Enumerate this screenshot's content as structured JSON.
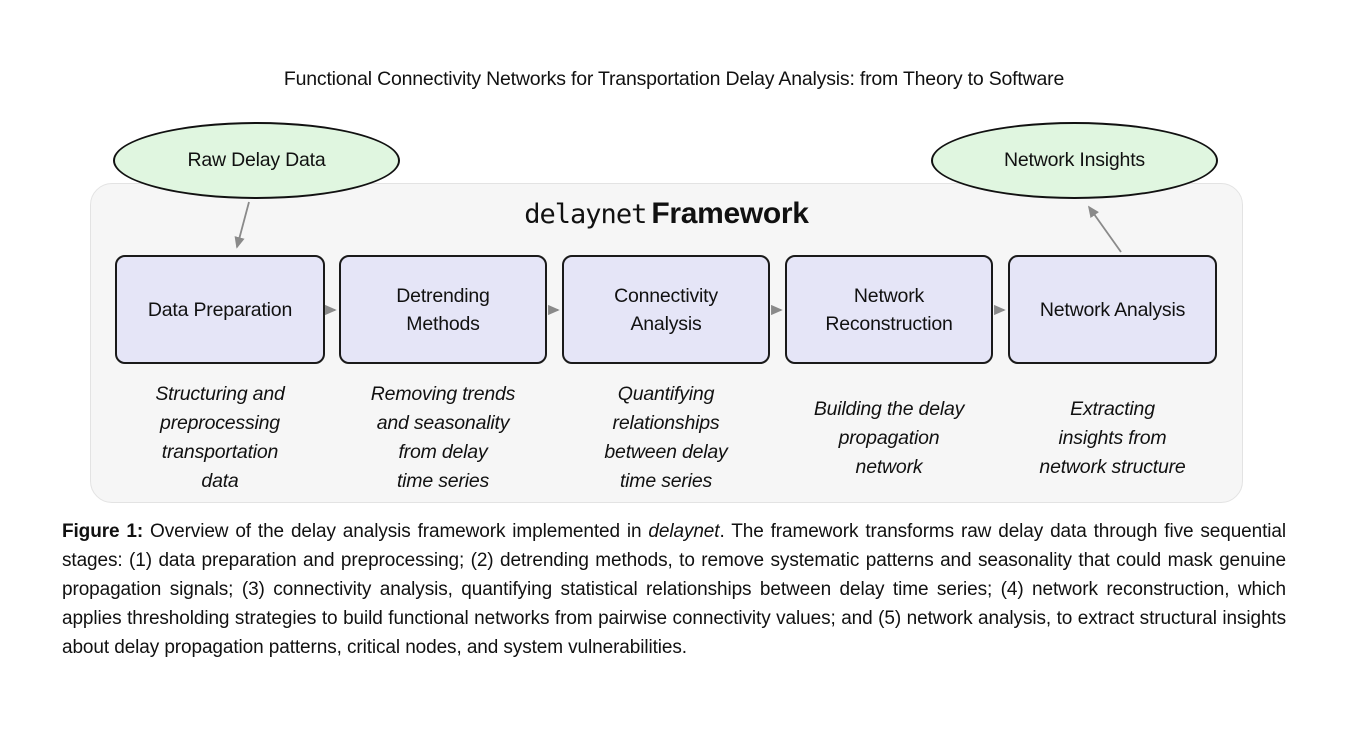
{
  "title": "Functional Connectivity Networks for Transportation Delay Analysis: from Theory to Software",
  "diagram": {
    "input_node": "Raw Delay Data",
    "output_node": "Network Insights",
    "framework_name": "delaynet",
    "framework_word": "Framework",
    "stages": [
      {
        "label": "Data Preparation",
        "description": "Structuring and\npreprocessing\ntransportation\ndata"
      },
      {
        "label": "Detrending\nMethods",
        "description": "Removing trends\nand seasonality\nfrom delay\ntime series"
      },
      {
        "label": "Connectivity\nAnalysis",
        "description": "Quantifying\nrelationships\nbetween delay\ntime series"
      },
      {
        "label": "Network\nReconstruction",
        "description": "Building the delay\npropagation\nnetwork"
      },
      {
        "label": "Network Analysis",
        "description": "Extracting\ninsights from\nnetwork structure"
      }
    ],
    "colors": {
      "node_fill": "#e0f6e0",
      "stage_fill": "#e5e5f7",
      "container_fill": "#f6f6f6",
      "border": "#111111",
      "arrow": "#8a8a8a"
    }
  },
  "caption": {
    "label": "Figure 1:",
    "text_before_italic": " Overview of the delay analysis framework implemented in ",
    "italic_term": "delaynet",
    "text_after_italic": ". The framework transforms raw delay data through five sequential stages: (1) data preparation and preprocessing; (2) detrending methods, to remove systematic patterns and seasonality that could mask genuine propagation signals; (3) connectivity analysis, quantifying statistical relationships between delay time series; (4) network reconstruction, which applies thresholding strategies to build functional networks from pairwise connectivity values; and (5) network analysis, to extract structural insights about delay propagation patterns, critical nodes, and system vulnerabilities."
  }
}
